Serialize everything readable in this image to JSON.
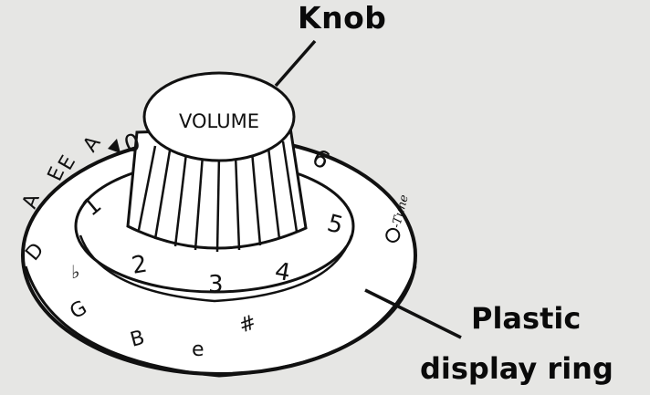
{
  "labels": {
    "knob": "Knob",
    "ring_line1": "Plastic",
    "ring_line2": "display ring"
  },
  "knob_text": "VOLUME",
  "dial_numbers": [
    "0",
    "1",
    "2",
    "3",
    "4",
    "5",
    "6"
  ],
  "note_letters": [
    "E",
    "A",
    "D",
    "G",
    "B",
    "e",
    "A",
    "E"
  ],
  "accidentals": [
    "♭",
    "#"
  ],
  "logo_text": "-Tune"
}
